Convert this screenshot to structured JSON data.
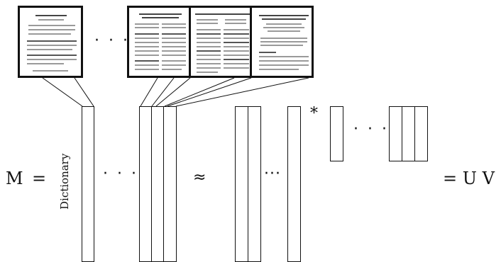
{
  "diagram": {
    "matrix_label": "M",
    "equals": "=",
    "dictionary_label": "Dictionary",
    "ellipsis": "· · ·",
    "ellipsis_tight": "···",
    "approx": "≈",
    "multiply": "*",
    "result": "= U V"
  }
}
